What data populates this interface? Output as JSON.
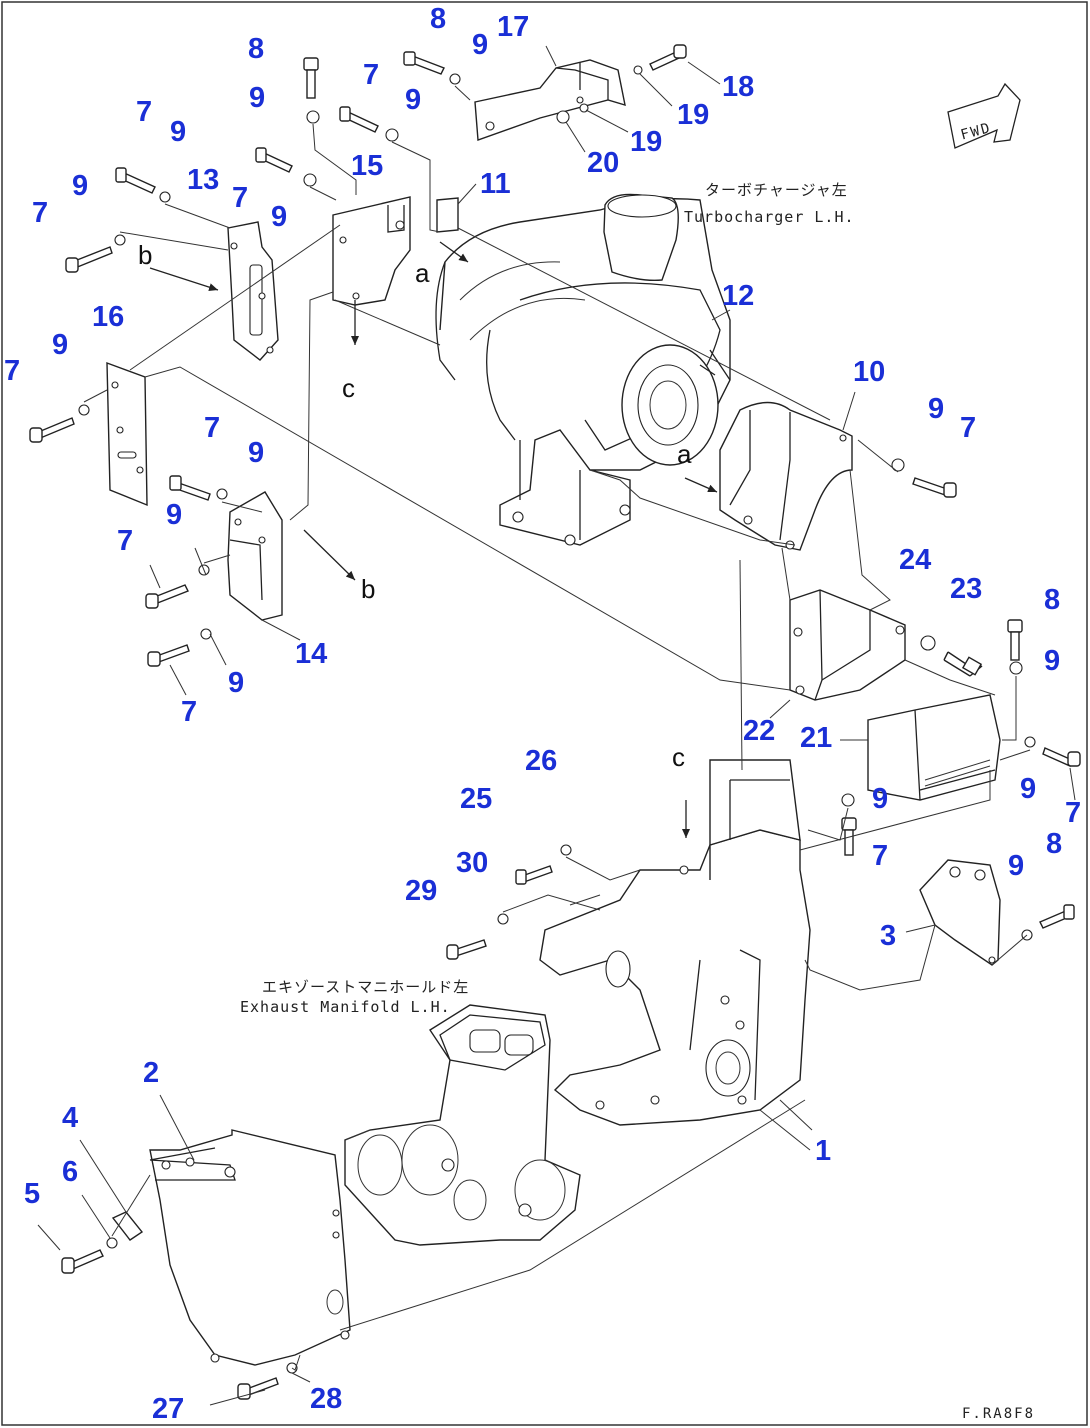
{
  "labels": {
    "turbo_jp": "ターボチャージャ左",
    "turbo_en": "Turbocharger L.H.",
    "manifold_jp": "エキゾーストマニホールド左",
    "manifold_en": "Exhaust Manifold L.H.",
    "fwd": "FWD",
    "drawing_code": "F.RA8F8"
  },
  "callouts": {
    "p1": "1",
    "p2": "2",
    "p3": "3",
    "p4": "4",
    "p5": "5",
    "p6": "6",
    "p7": "7",
    "p8": "8",
    "p9": "9",
    "p10": "10",
    "p11": "11",
    "p12": "12",
    "p13": "13",
    "p14": "14",
    "p15": "15",
    "p16": "16",
    "p17": "17",
    "p18": "18",
    "p19": "19",
    "p20": "20",
    "p21": "21",
    "p22": "22",
    "p23": "23",
    "p24": "24",
    "p25": "25",
    "p26": "26",
    "p27": "27",
    "p28": "28",
    "p29": "29",
    "p30": "30"
  },
  "ref_letters": {
    "a": "a",
    "b": "b",
    "c": "c"
  }
}
